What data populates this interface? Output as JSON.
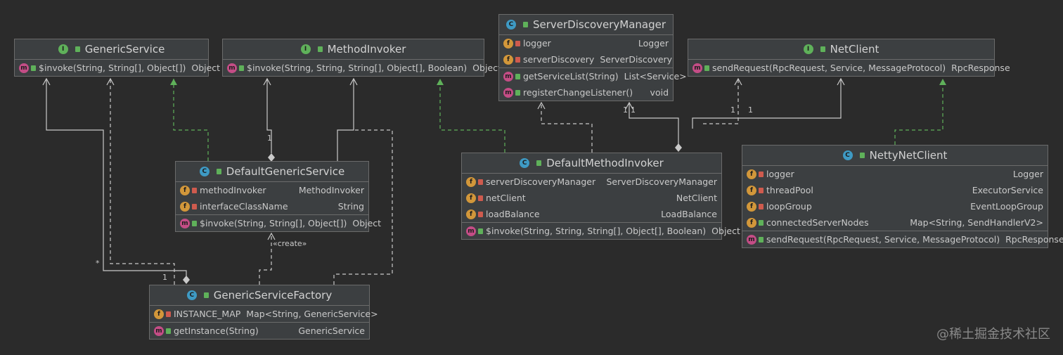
{
  "classes": {
    "generic_service": {
      "name": "GenericService",
      "kind": "I",
      "methods": [
        {
          "vis": "pub",
          "name": "$invoke(String, String[], Object[])",
          "type": "Object"
        }
      ]
    },
    "method_invoker": {
      "name": "MethodInvoker",
      "kind": "I",
      "methods": [
        {
          "vis": "pub",
          "name": "$invoke(String, String, String[], Object[], Boolean)",
          "type": "Object"
        }
      ]
    },
    "server_discovery_manager": {
      "name": "ServerDiscoveryManager",
      "kind": "C",
      "fields": [
        {
          "vis": "priv",
          "name": "logger",
          "type": "Logger"
        },
        {
          "vis": "priv",
          "name": "serverDiscovery",
          "type": "ServerDiscovery"
        }
      ],
      "methods": [
        {
          "vis": "pub",
          "name": "getServiceList(String)",
          "type": "List<Service>"
        },
        {
          "vis": "pub",
          "name": "registerChangeListener()",
          "type": "void"
        }
      ]
    },
    "net_client": {
      "name": "NetClient",
      "kind": "I",
      "methods": [
        {
          "vis": "pub",
          "name": "sendRequest(RpcRequest, Service, MessageProtocol)",
          "type": "RpcResponse"
        }
      ]
    },
    "default_generic_service": {
      "name": "DefaultGenericService",
      "kind": "C",
      "fields": [
        {
          "vis": "priv",
          "name": "methodInvoker",
          "type": "MethodInvoker"
        },
        {
          "vis": "priv",
          "name": "interfaceClassName",
          "type": "String"
        }
      ],
      "methods": [
        {
          "vis": "pub",
          "name": "$invoke(String, String[], Object[])",
          "type": "Object"
        }
      ]
    },
    "default_method_invoker": {
      "name": "DefaultMethodInvoker",
      "kind": "C",
      "fields": [
        {
          "vis": "priv",
          "name": "serverDiscoveryManager",
          "type": "ServerDiscoveryManager"
        },
        {
          "vis": "priv",
          "name": "netClient",
          "type": "NetClient"
        },
        {
          "vis": "priv",
          "name": "loadBalance",
          "type": "LoadBalance"
        }
      ],
      "methods": [
        {
          "vis": "pub",
          "name": "$invoke(String, String, String[], Object[], Boolean)",
          "type": "Object"
        }
      ]
    },
    "netty_net_client": {
      "name": "NettyNetClient",
      "kind": "C",
      "fields": [
        {
          "vis": "priv",
          "name": "logger",
          "type": "Logger"
        },
        {
          "vis": "priv",
          "name": "threadPool",
          "type": "ExecutorService"
        },
        {
          "vis": "priv",
          "name": "loopGroup",
          "type": "EventLoopGroup"
        },
        {
          "vis": "pub",
          "name": "connectedServerNodes",
          "type": "Map<String, SendHandlerV2>"
        }
      ],
      "methods": [
        {
          "vis": "pub",
          "name": "sendRequest(RpcRequest, Service, MessageProtocol)",
          "type": "RpcResponse"
        }
      ]
    },
    "generic_service_factory": {
      "name": "GenericServiceFactory",
      "kind": "C",
      "fields": [
        {
          "vis": "priv",
          "name": "INSTANCE_MAP",
          "type": "Map<String, GenericService>"
        }
      ],
      "methods": [
        {
          "vis": "pub",
          "name": "getInstance(String)",
          "type": "GenericService"
        }
      ]
    }
  },
  "labels": {
    "create": "«create»",
    "mult_one": "1",
    "mult_many": "*"
  },
  "colors": {
    "background": "#2b2b2b",
    "box": "#3c3f41",
    "assoc_line": "#c9c9c9",
    "impl_line": "#5fb15a"
  },
  "watermark": "@稀土掘金技术社区"
}
